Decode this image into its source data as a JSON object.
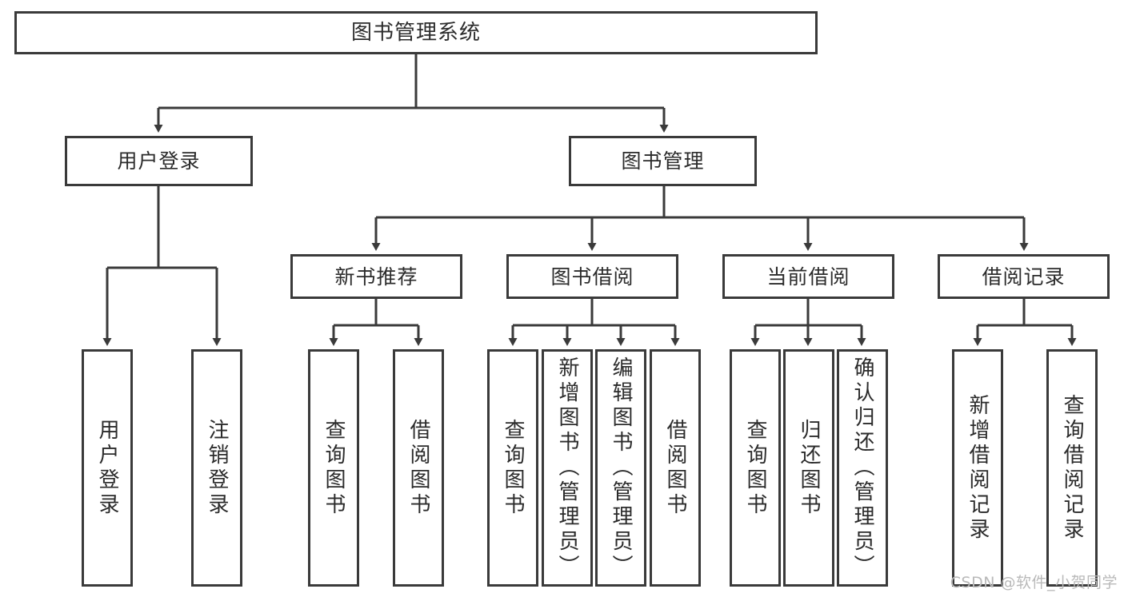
{
  "diagram": {
    "title": "图书管理系统",
    "type": "tree",
    "watermark": "CSDN @软件_小贺同学",
    "colors": {
      "stroke": "#3a3a3a",
      "fill": "#ffffff",
      "text": "#2b2b2b",
      "watermark": "#b9b9b9"
    }
  },
  "nodes": {
    "root": {
      "label": "图书管理系统"
    },
    "level2": [
      {
        "id": "user-login",
        "label": "用户登录"
      },
      {
        "id": "book-manage",
        "label": "图书管理"
      }
    ],
    "level3": [
      {
        "id": "new-book-recommend",
        "label": "新书推荐"
      },
      {
        "id": "book-borrow",
        "label": "图书借阅"
      },
      {
        "id": "current-borrow",
        "label": "当前借阅"
      },
      {
        "id": "borrow-record",
        "label": "借阅记录"
      }
    ],
    "leaves": {
      "user_login": [
        {
          "id": "leaf-user-login",
          "label": "用户登录"
        },
        {
          "id": "leaf-logout-login",
          "label": "注销登录"
        }
      ],
      "new_book_recommend": [
        {
          "id": "leaf-query-book-1",
          "label": "查询图书"
        },
        {
          "id": "leaf-borrow-book-1",
          "label": "借阅图书"
        }
      ],
      "book_borrow": [
        {
          "id": "leaf-query-book-2",
          "label": "查询图书"
        },
        {
          "id": "leaf-add-book",
          "label": "新增图书（管理员）"
        },
        {
          "id": "leaf-edit-book",
          "label": "编辑图书（管理员）"
        },
        {
          "id": "leaf-borrow-book-2",
          "label": "借阅图书"
        }
      ],
      "current_borrow": [
        {
          "id": "leaf-query-book-3",
          "label": "查询图书"
        },
        {
          "id": "leaf-return-book",
          "label": "归还图书"
        },
        {
          "id": "leaf-confirm-return",
          "label": "确认归还（管理员）"
        }
      ],
      "borrow_record": [
        {
          "id": "leaf-add-record",
          "label": "新增借阅记录"
        },
        {
          "id": "leaf-query-record",
          "label": "查询借阅记录"
        }
      ]
    }
  }
}
